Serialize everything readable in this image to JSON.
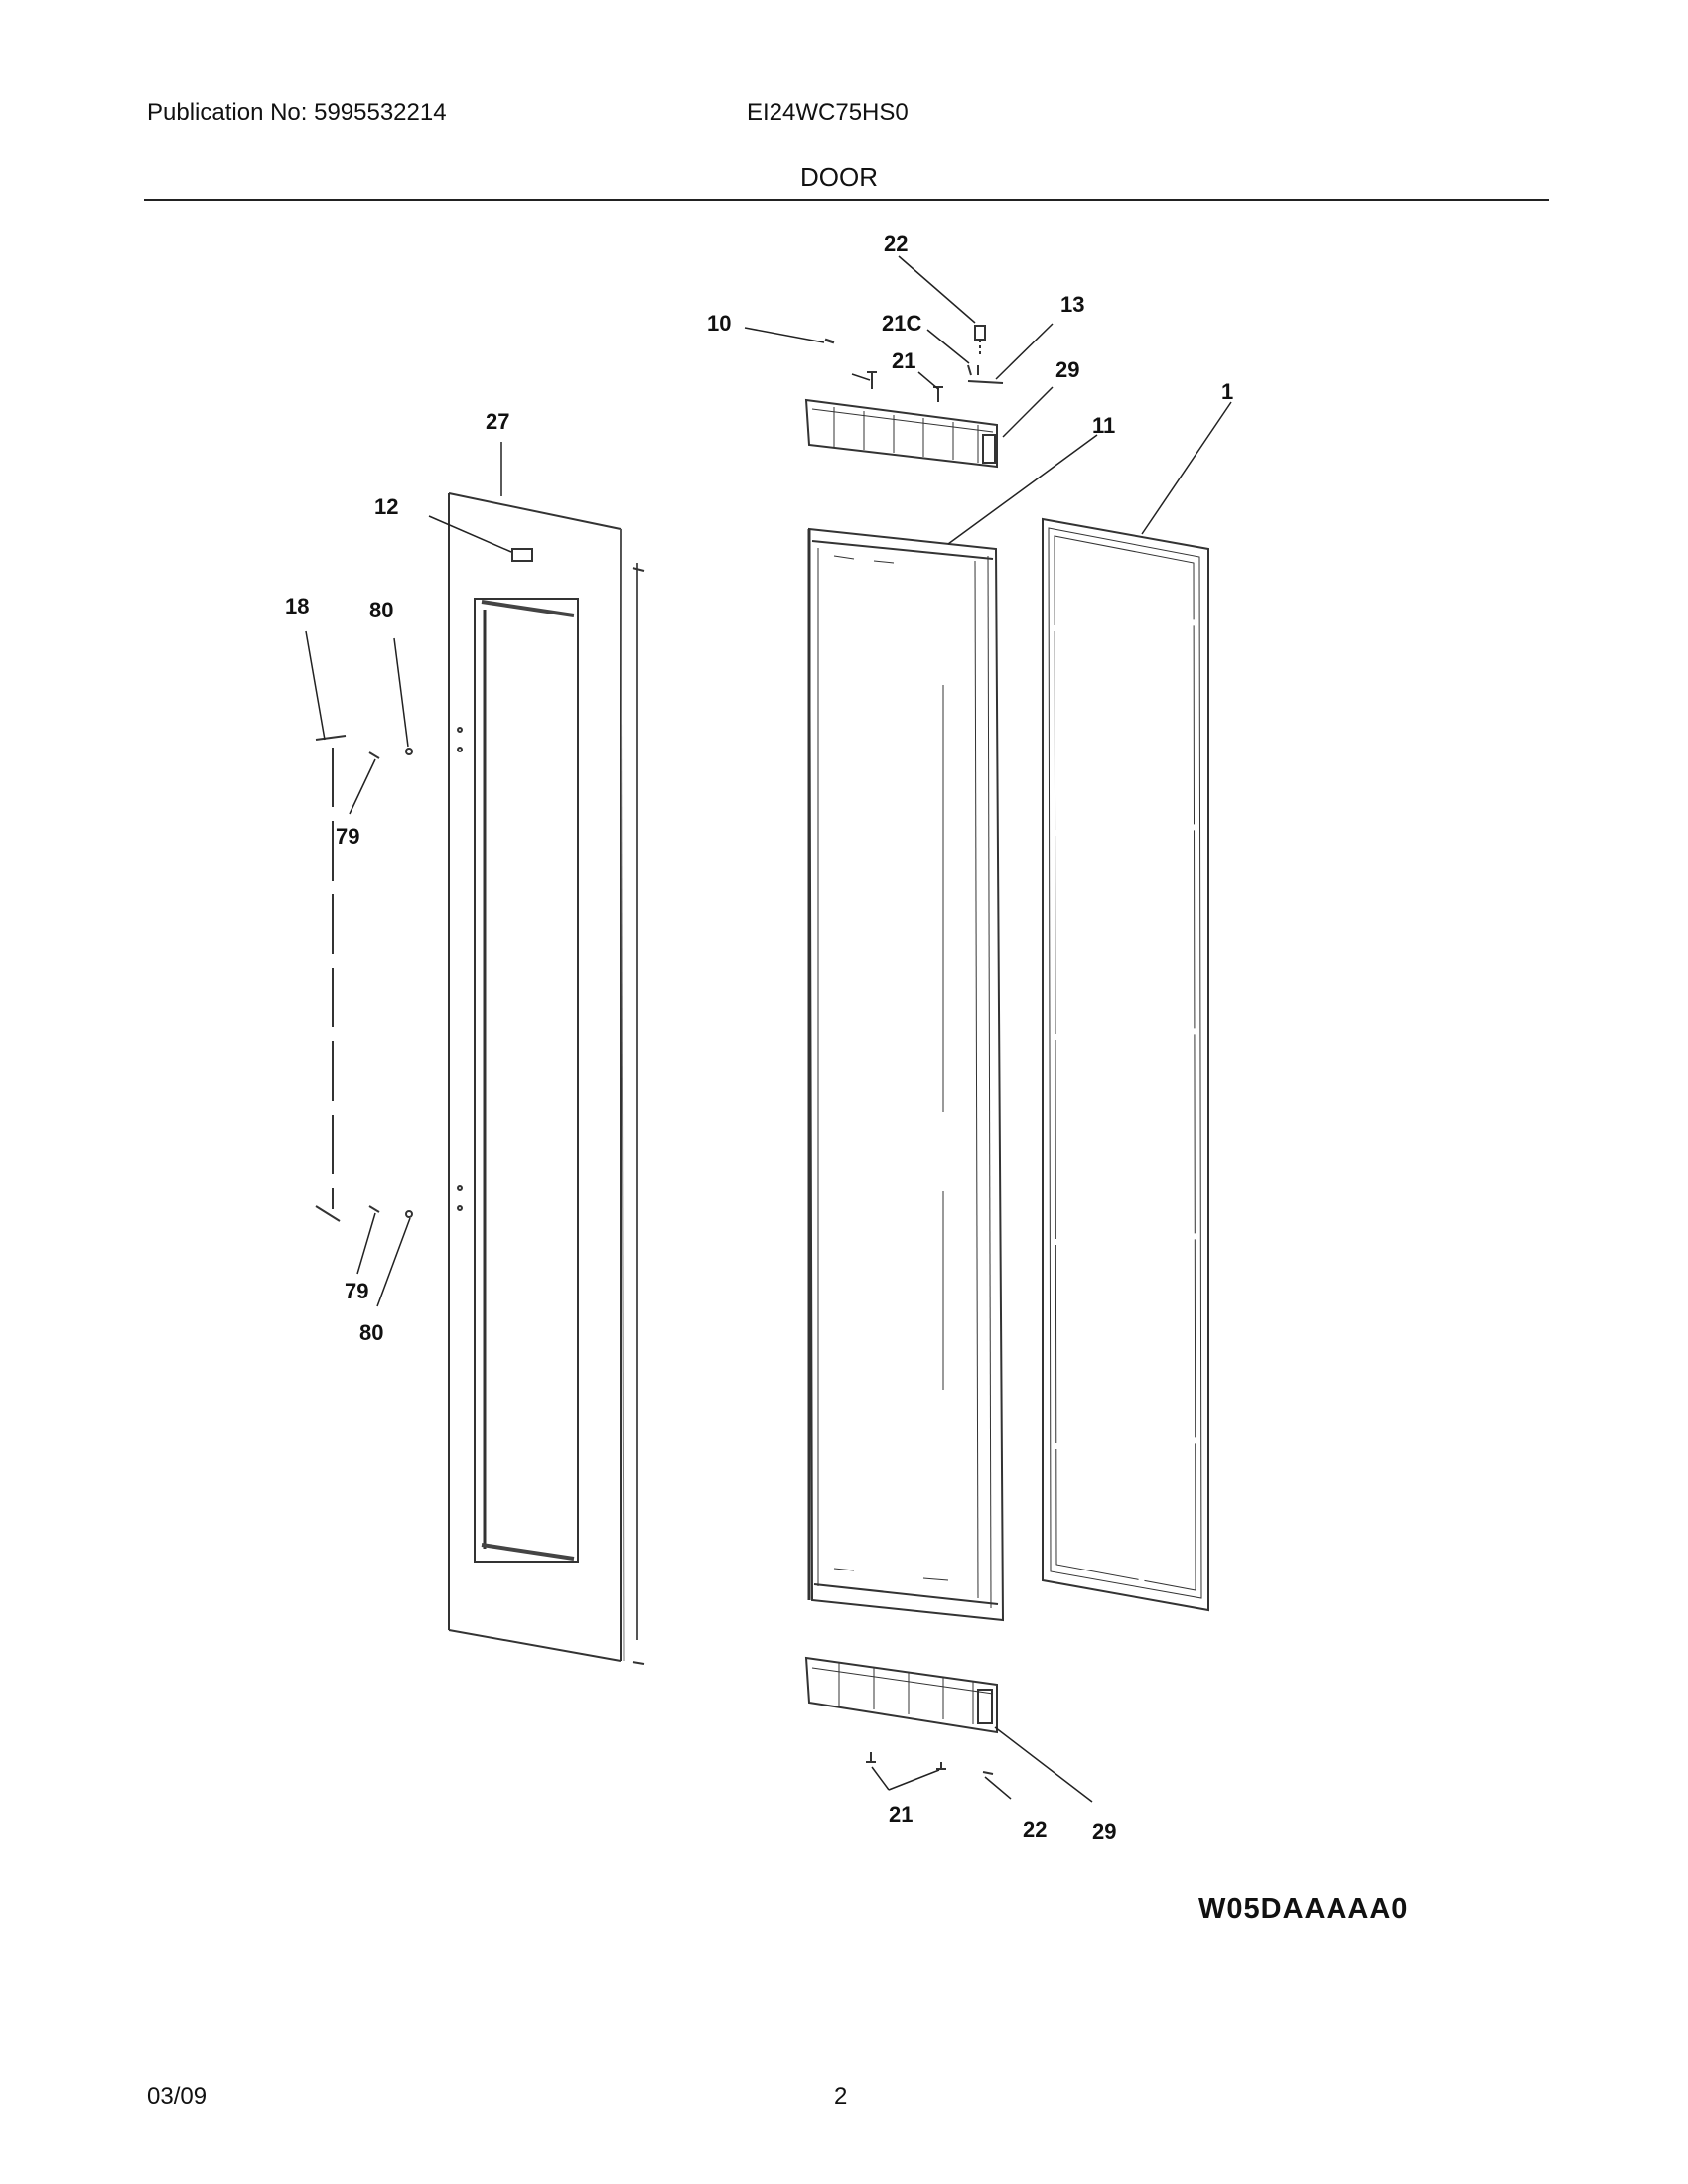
{
  "header": {
    "publication": "Publication No: 5995532214",
    "model": "EI24WC75HS0",
    "section_title": "DOOR"
  },
  "callouts": {
    "c1": "1",
    "c10": "10",
    "c11": "11",
    "c12": "12",
    "c13": "13",
    "c18": "18",
    "c21_top": "21",
    "c21c": "21C",
    "c22_top": "22",
    "c27": "27",
    "c29_top": "29",
    "c79_upper": "79",
    "c79_lower": "79",
    "c80_upper": "80",
    "c80_lower": "80",
    "c21_bottom": "21",
    "c22_bottom": "22",
    "c29_bottom": "29"
  },
  "diagram_code": "W05DAAAAA0",
  "footer": {
    "date": "03/09",
    "page_number": "2"
  }
}
